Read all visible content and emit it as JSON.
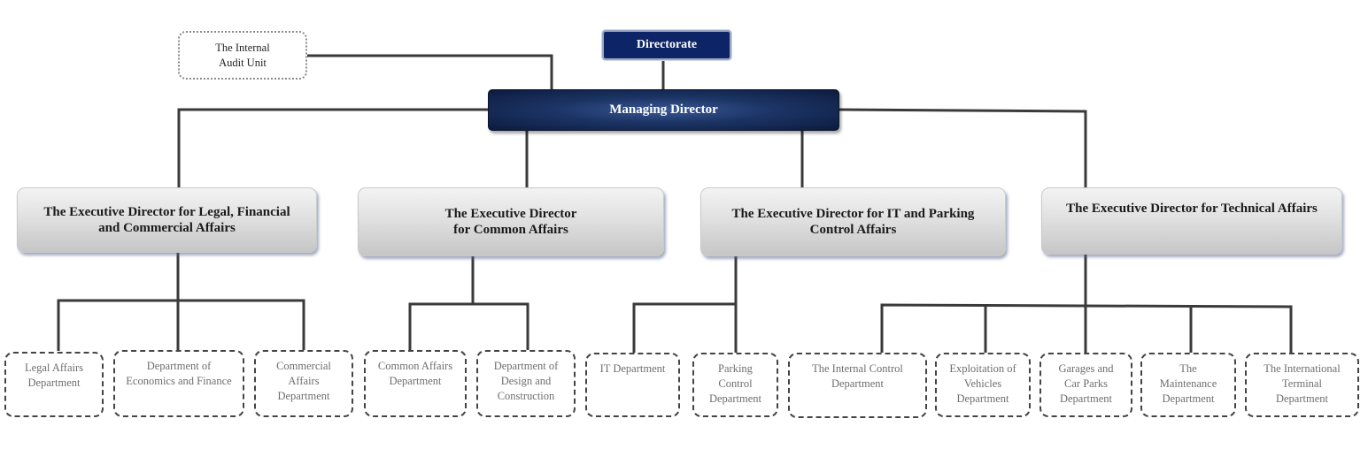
{
  "directorate": "Directorate",
  "managing_director": "Managing Director",
  "internal_audit": "The Internal\nAudit Unit",
  "executives": [
    "The Executive Director for Legal, Financial\nand Commercial Affairs",
    "The Executive Director\nfor Common Affairs",
    "The Executive Director for IT and Parking\nControl Affairs",
    "The Executive Director for Technical Affairs"
  ],
  "departments": {
    "legal_financial": [
      "Legal Affairs\nDepartment",
      "Department of\nEconomics and Finance",
      "Commercial\nAffairs\nDepartment"
    ],
    "common": [
      "Common Affairs\nDepartment",
      "Department of\nDesign and\nConstruction"
    ],
    "it_parking": [
      "IT Department",
      "Parking\nControl\nDepartment"
    ],
    "technical": [
      "The Internal Control\nDepartment",
      "Exploitation of\nVehicles\nDepartment",
      "Garages and\nCar Parks\nDepartment",
      "The\nMaintenance\nDepartment",
      "The International\nTerminal\nDepartment"
    ]
  }
}
